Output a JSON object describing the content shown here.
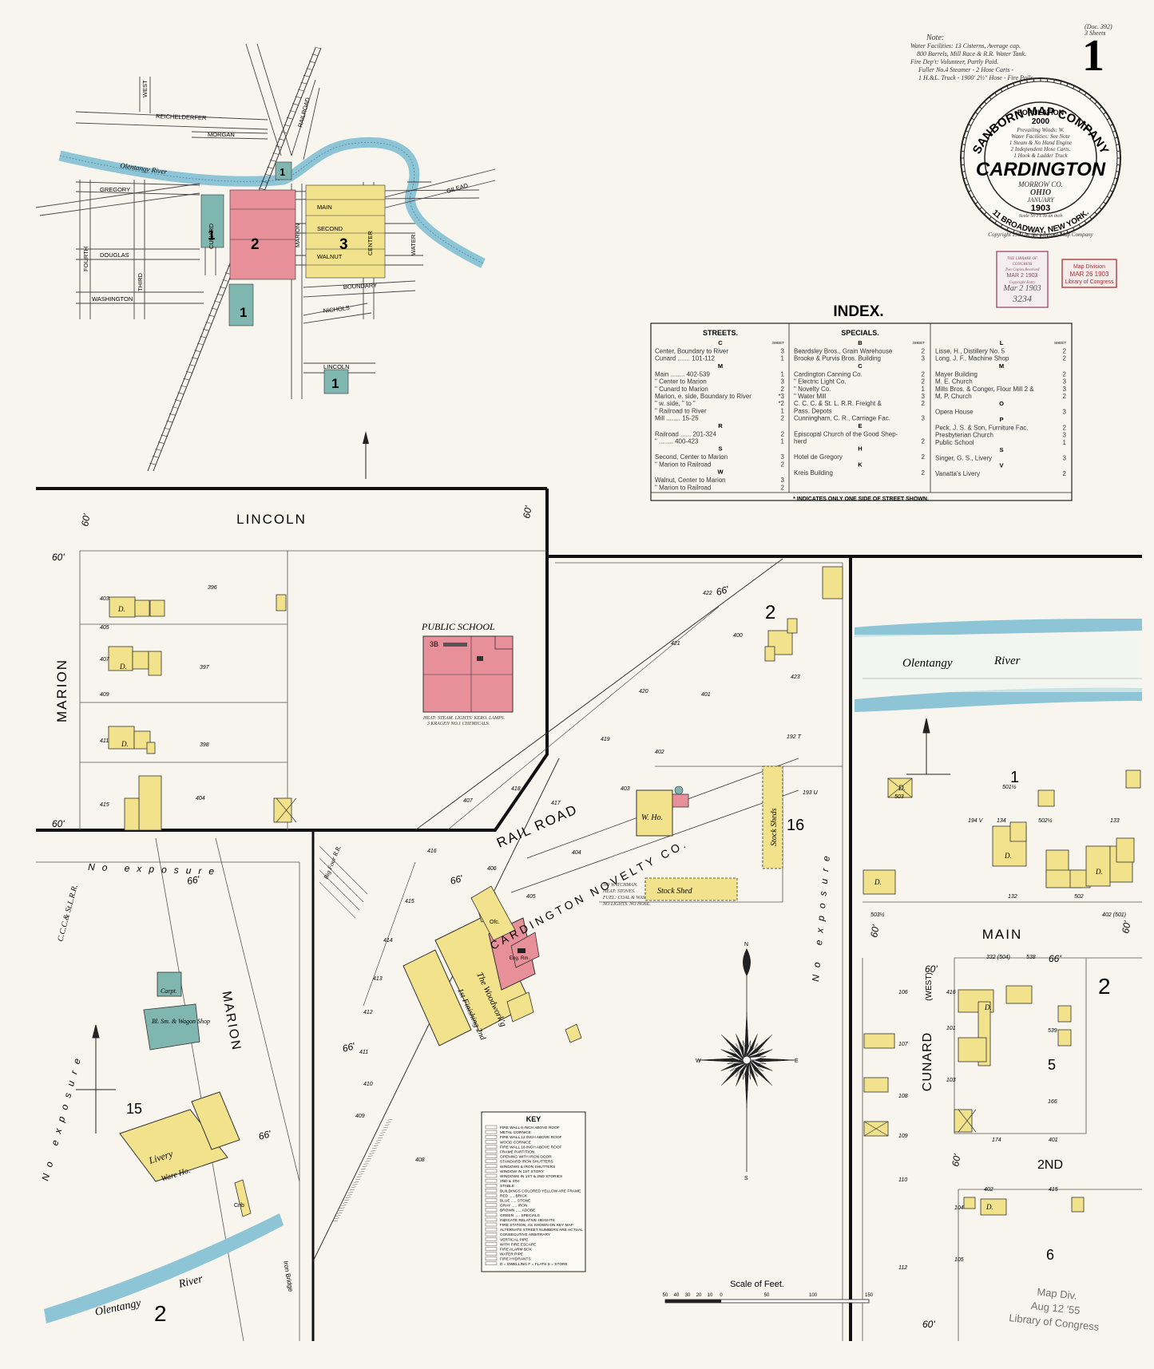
{
  "sheet_number": "1",
  "corner_note": [
    "(Doc. 392)",
    "3 Sheets"
  ],
  "water_note": {
    "heading": "Note:",
    "lines": [
      "Water Facilities: 13 Cisterns, Average cap.",
      "800 Barrels, Mill Race & R.R. Water Tank.",
      "Fire Dep't: Volunteer, Partly Paid.",
      "Fuller No.4 Steamer - 2 Hose Carts -",
      "1 H.&L. Truck - 1900' 2½\" Hose - Fire Pails."
    ]
  },
  "seal": {
    "company": "SANBORN MAP COMPANY",
    "population_label": "POPULATION",
    "population": "2000",
    "lines": [
      "Prevailing Winds: W.",
      "Water Facilities: See Note",
      "1 Steam & No Hand Engine",
      "2 Independent Hose Carts.",
      "1 Hook & Ladder Truck"
    ],
    "city": "CARDINGTON",
    "county": "MORROW CO.",
    "state": "OHIO",
    "month": "JANUARY",
    "year": "1903",
    "scale": "Scale 50 Ft. to an inch",
    "address": "11 BROADWAY, NEW YORK.",
    "copyright": "Copyright 1903 by the Sanborn Map Company"
  },
  "stamps": {
    "library1": [
      "THE LIBRARY OF",
      "CONGRESS",
      "Two Copies Received",
      "MAR 2 1903",
      "Copyright Entry",
      "Mar 2 1903",
      "3234"
    ],
    "library2": [
      "Map Division",
      "MAR 26 1903",
      "Library of Congress"
    ],
    "bottom": [
      "Map Div.",
      "Aug 12 '55",
      "Library of Congress"
    ]
  },
  "index": {
    "title": "INDEX.",
    "sheet_label": "SHEET",
    "columns": [
      {
        "heading": "STREETS.",
        "rows": [
          {
            "t": "C",
            "h": true
          },
          {
            "t": "Center, Boundary to River",
            "s": "3"
          },
          {
            "t": "Cunard ....... 101-112",
            "s": "1"
          },
          {
            "t": "M",
            "h": true
          },
          {
            "t": "Main ........ 402-539",
            "s": "1"
          },
          {
            "t": "\"  Center to Marion",
            "s": "3"
          },
          {
            "t": "\"  Cunard to Marion",
            "s": "2"
          },
          {
            "t": "Marion, e. side, Boundary to River",
            "s": "*3"
          },
          {
            "t": "\"  w. side,  \"  to  \"",
            "s": "*2"
          },
          {
            "t": "\"  Railroad to River",
            "s": "1"
          },
          {
            "t": "Mill ........ 15-25",
            "s": "2"
          },
          {
            "t": "R",
            "h": true
          },
          {
            "t": "Railroad ...... 201-324",
            "s": "2"
          },
          {
            "t": "\"  ........ 400-423",
            "s": "1"
          },
          {
            "t": "S",
            "h": true
          },
          {
            "t": "Second, Center to Marion",
            "s": "3"
          },
          {
            "t": "\"  Marion to Railroad",
            "s": "2"
          },
          {
            "t": "W",
            "h": true
          },
          {
            "t": "Walnut, Center to Marion",
            "s": "3"
          },
          {
            "t": "\"  Marion to Railroad",
            "s": "2"
          }
        ]
      },
      {
        "heading": "SPECIALS.",
        "rows": [
          {
            "t": "B",
            "h": true
          },
          {
            "t": "Beardsley Bros., Grain Warehouse",
            "s": "2"
          },
          {
            "t": "Brooke & Purvis Bros. Building",
            "s": "3"
          },
          {
            "t": "C",
            "h": true
          },
          {
            "t": "Cardington Canning Co.",
            "s": "2"
          },
          {
            "t": "\"  Electric Light Co.",
            "s": "2"
          },
          {
            "t": "\"  Novelty Co.",
            "s": "1"
          },
          {
            "t": "\"  Water Mill",
            "s": "3"
          },
          {
            "t": "C. C. C. & St. L. R.R. Freight &",
            "s": "2"
          },
          {
            "t": "Pass. Depots",
            "s": ""
          },
          {
            "t": "Cunningham, C. R., Carriage Fac.",
            "s": "3"
          },
          {
            "t": "E",
            "h": true
          },
          {
            "t": "Episcopal Church of the Good Shep-",
            "s": ""
          },
          {
            "t": "herd",
            "s": "2"
          },
          {
            "t": "H",
            "h": true
          },
          {
            "t": "Hotel de Gregory",
            "s": "2"
          },
          {
            "t": "K",
            "h": true
          },
          {
            "t": "Kreis Building",
            "s": "2"
          }
        ]
      },
      {
        "heading": "",
        "rows": [
          {
            "t": "L",
            "h": true
          },
          {
            "t": "Lisse, H., Distillery No. 5",
            "s": "2"
          },
          {
            "t": "Long, J. F., Machine Shop",
            "s": "2"
          },
          {
            "t": "M",
            "h": true
          },
          {
            "t": "Mayer Building",
            "s": "2"
          },
          {
            "t": "M. E. Church",
            "s": "3"
          },
          {
            "t": "Mills Bros. & Conger, Flour Mill 2 &",
            "s": "3"
          },
          {
            "t": "M. P. Church",
            "s": "2"
          },
          {
            "t": "O",
            "h": true
          },
          {
            "t": "Opera House",
            "s": "3"
          },
          {
            "t": "P",
            "h": true
          },
          {
            "t": "Peck, J. S. & Son, Furniture Fac.",
            "s": "2"
          },
          {
            "t": "Presbyterian Church",
            "s": "3"
          },
          {
            "t": "Public School",
            "s": "1"
          },
          {
            "t": "S",
            "h": true
          },
          {
            "t": "Singer, G. S., Livery",
            "s": "3"
          },
          {
            "t": "V",
            "h": true
          },
          {
            "t": "Vanatta's Livery",
            "s": "2"
          }
        ]
      }
    ],
    "footnote": "* INDICATES ONLY ONE SIDE OF STREET SHOWN."
  },
  "key_map": {
    "river": "Olentangy River",
    "streets": [
      "WEST",
      "REICHELDERFER",
      "MORGAN",
      "GREGORY",
      "DOUGLAS",
      "WASHINGTON",
      "FOURTH",
      "THIRD",
      "CUNARD",
      "MARION",
      "MAIN",
      "SECOND",
      "WALNUT",
      "CENTER",
      "WATER",
      "BOUNDARY",
      "NICHOLS",
      "LINCOLN",
      "RAILROAD",
      "GILEAD"
    ],
    "sheet_labels": [
      "1",
      "2",
      "3"
    ]
  },
  "map": {
    "streets": {
      "lincoln": "LINCOLN",
      "marion": "MARION",
      "marion2": "MARION",
      "railroad": "RAIL ROAD",
      "main": "MAIN",
      "cunard": "CUNARD",
      "cunard_west": "(WEST)",
      "second": "2ND"
    },
    "river_labels": [
      "Olentangy",
      "River",
      "Olentangy",
      "River"
    ],
    "block_numbers": [
      "2",
      "16",
      "15",
      "1",
      "5",
      "2",
      "6",
      "2"
    ],
    "widths": [
      "60'",
      "60'",
      "60'",
      "60'",
      "66'",
      "66'",
      "66'",
      "66'",
      "60'",
      "60'",
      "66'",
      "60'",
      "60'",
      "66'",
      "60'"
    ],
    "no_exposure": "No exposure",
    "public_school": "PUBLIC SCHOOL",
    "school_note": [
      "HEAT: STEAM. LIGHTS: KERO. LAMPS.",
      "3 KRAGEN NO.1 CHEMICALS."
    ],
    "novelty_co": "CARDINGTON NOVELTY CO.",
    "novelty_note": [
      "NO WATCHMAN.",
      "HEAT: STOVES.",
      "FUEL: COAL & WASTE.",
      "NO LIGHTS. NO HOSE."
    ],
    "buildings": {
      "woodworking": "The Woodwork'g",
      "finishing": "1st Finishing 2nd",
      "eng_rm": "Eng. Rm.",
      "ofc": "Ofc.",
      "wh": "W. Ho.",
      "stock_shed": "Stock Shed",
      "stock_sheds": "Stock Sheds",
      "livery": "Livery",
      "ware_ho": "Ware Ho.",
      "carpet": "Carpt.",
      "bl_sm": "Bl. Sm. & Wagon Shop",
      "crib": "Crib",
      "ci_bridge": "Iron Bridge",
      "big_four": "Big Four R.R.",
      "cccstl": "C.C.C.& St.L.R.R.",
      "dwelling": "D."
    },
    "house_numbers": [
      "396",
      "397",
      "398",
      "404",
      "403",
      "405",
      "407",
      "409",
      "411",
      "415",
      "417",
      "418",
      "416",
      "415",
      "414",
      "413",
      "412",
      "411",
      "410",
      "409",
      "408",
      "407",
      "406",
      "405",
      "404",
      "403",
      "402",
      "401",
      "400",
      "419",
      "420",
      "421",
      "422",
      "423",
      "192 T",
      "193 U",
      "194 V",
      "134",
      "133",
      "132",
      "502",
      "503",
      "501½",
      "502½",
      "503½",
      "402 (501)",
      "332 (504)",
      "538",
      "539",
      "166",
      "174",
      "401",
      "402",
      "415",
      "416",
      "101",
      "103",
      "104",
      "105",
      "106",
      "107",
      "108",
      "109",
      "110",
      "112"
    ],
    "scale_label": "Scale of Feet.",
    "scale_ticks": [
      "50",
      "40",
      "30",
      "20",
      "10",
      "0",
      "50",
      "100",
      "150"
    ],
    "compass": [
      "N",
      "S",
      "E",
      "W"
    ]
  },
  "legend_key": {
    "title": "KEY",
    "lines": [
      "FIRE WALL 6 INCH ABOVE ROOF",
      "METAL CORNICE",
      "FIRE WALL 12 INCH ABOVE ROOF",
      "WOOD CORNICE",
      "FIRE WALL 18 INCH ABOVE ROOF",
      "FRAME PARTITION",
      "OPENING WITH IRON DOOR",
      "STANDARD IRON SHUTTERS",
      "WINDOWS & IRON SHUTTERS",
      "WINDOW IN 1ST STORY",
      "WINDOWS IN 1ST & 2ND STORIES",
      "2ND & 4TH",
      "STABLE",
      "BUILDINGS COLORED YELLOW ARE FRAME",
      "RED ..... BRICK",
      "BLUE ..... STONE",
      "GRAY ..... IRON",
      "BROWN ..... ADOBE",
      "GREEN ..... SPECIALS",
      "INDICATE RELATIVE HEIGHTS",
      "FIRE STATION, AS SHOWN ON KEY MAP",
      "ALTERNATE STREET NUMBERS ARE ACTUAL",
      "CONSECUTIVE  ARBITRARY",
      "VERTICAL PIPE",
      "WITH FIRE ESCAPE",
      "FIRE ALARM BOX",
      "WATER PIPE",
      "FIRE HYDRANTS",
      "D = DWELLING  F = FLATS  S = STORE"
    ]
  },
  "colors": {
    "paper": "#f7f5ee",
    "frame": "#f2e28c",
    "brick": "#e8909a",
    "stone": "#7fb7b0",
    "river": "#8ec5d6",
    "ink": "#222222"
  }
}
